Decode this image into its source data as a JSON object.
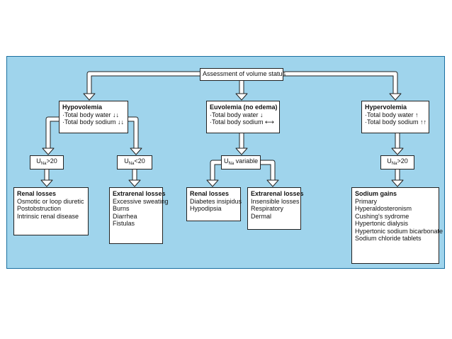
{
  "root": {
    "label": "Assessment of volume status"
  },
  "hypovolemia": {
    "title": "Hypovolemia",
    "lines": [
      "·Total body water ↓↓",
      "·Total body sodium ↓↓"
    ],
    "left_test": {
      "prefix": "U",
      "sub": "Na",
      "suffix": ">20"
    },
    "right_test": {
      "prefix": "U",
      "sub": "Na",
      "suffix": "<20"
    },
    "renal": {
      "title": "Renal losses",
      "lines": [
        "Osmotic or loop diuretic",
        "Postobstruction",
        "Intrinsic renal disease"
      ]
    },
    "extrarenal": {
      "title": "Extrarenal losses",
      "lines": [
        "Excessive sweating",
        "Burns",
        "Diarrhea",
        "Fistulas"
      ]
    }
  },
  "euvolemia": {
    "title": "Euvolemia (no edema)",
    "lines": [
      "·Total body water ↓",
      "·Total body sodium ⟷"
    ],
    "test": {
      "prefix": "U",
      "sub": "Na",
      "suffix": " variable"
    },
    "renal": {
      "title": "Renal losses",
      "lines": [
        "Diabetes insipidus",
        "Hypodipsia"
      ]
    },
    "extrarenal": {
      "title": "Extrarenal losses",
      "lines": [
        "Insensible losses",
        "Respiratory",
        "Dermal"
      ]
    }
  },
  "hypervolemia": {
    "title": "Hypervolemia",
    "lines": [
      "·Total body water ↑",
      "·Total body sodium ↑↑"
    ],
    "test": {
      "prefix": "U",
      "sub": "Na",
      "suffix": ">20"
    },
    "gains": {
      "title": "Sodium gains",
      "lines": [
        "Primary",
        "Hyperaldosteronism",
        "Cushing's sydrome",
        "Hypertonic dialysis",
        "Hypertonic sodium bicarbonate",
        "Sodium chloride tablets"
      ]
    }
  },
  "colors": {
    "panel": "#9fd4ec",
    "border": "#1a6fa0",
    "arrow_fill": "#ffffff",
    "arrow_stroke": "#222222"
  }
}
